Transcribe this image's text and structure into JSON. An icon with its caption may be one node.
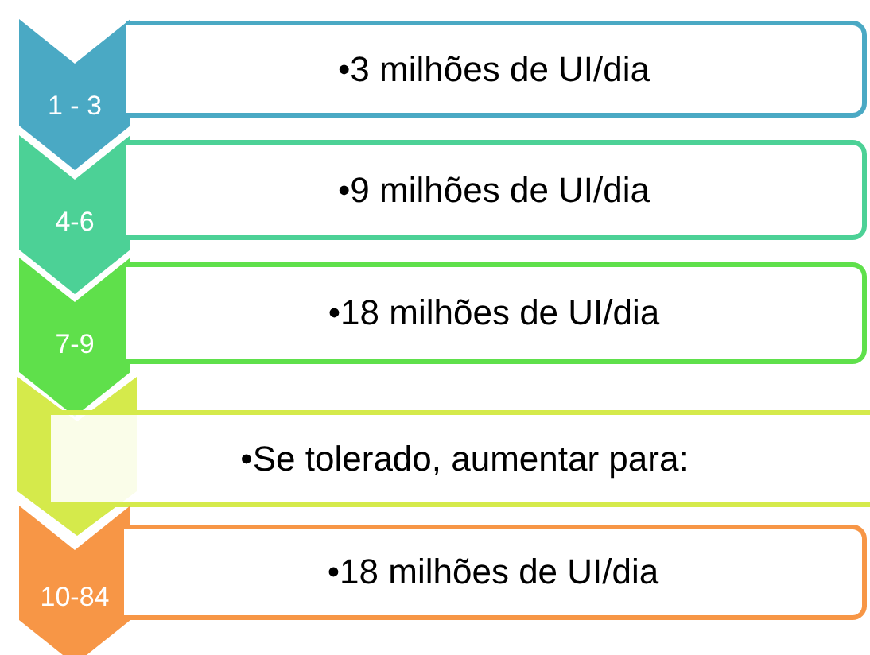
{
  "diagram": {
    "nodes": [
      {
        "text": [
          "1 - 3"
        ]
      },
      {
        "text": [
          "•3 milhões de UI/dia"
        ]
      },
      {
        "text": [
          "4-6"
        ]
      },
      {
        "text": [
          "•9 milhões de UI/dia"
        ]
      },
      {
        "text": [
          "7-9"
        ]
      },
      {
        "text": [
          "•18 milhões de UI/dia"
        ]
      },
      {
        "text": [],
        "shape": "chevron"
      },
      {
        "text": [
          "•Se tolerado, aumentar para:"
        ]
      },
      {
        "text": [
          "10-84"
        ]
      },
      {
        "text": [
          "•18 milhões de UI/dia"
        ]
      }
    ]
  }
}
